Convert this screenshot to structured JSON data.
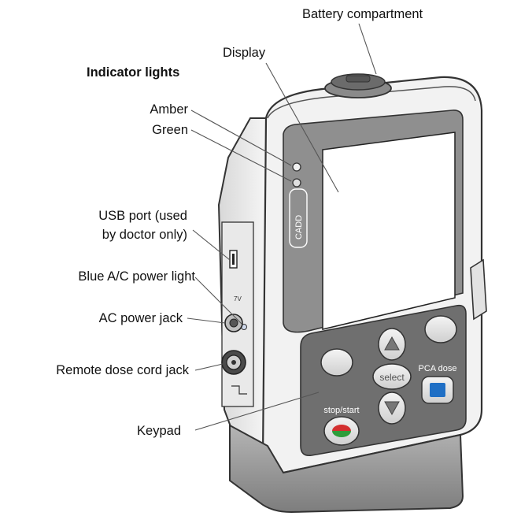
{
  "labels": {
    "battery_compartment": "Battery compartment",
    "display": "Display",
    "indicator_lights": "Indicator lights",
    "amber": "Amber",
    "green": "Green",
    "usb_port_line1": "USB port (used",
    "usb_port_line2": "by doctor only)",
    "blue_ac_light": "Blue A/C power light",
    "ac_power_jack": "AC power jack",
    "remote_dose_jack": "Remote dose cord jack",
    "keypad": "Keypad"
  },
  "device": {
    "brand": "CADD",
    "select_key": "select",
    "stop_start_key": "stop/start",
    "pca_dose_key": "PCA dose",
    "voltage": "7V"
  },
  "colors": {
    "amber_led": "#e8a33a",
    "green_led": "#4caf50",
    "stop_start_top": "#d32f2f",
    "stop_start_bottom": "#2e9d3a",
    "pca_dose": "#1f6fc5",
    "keypad_panel": "#6f6f6f",
    "body": "#f2f2f2",
    "base": "#9a9a9a"
  }
}
